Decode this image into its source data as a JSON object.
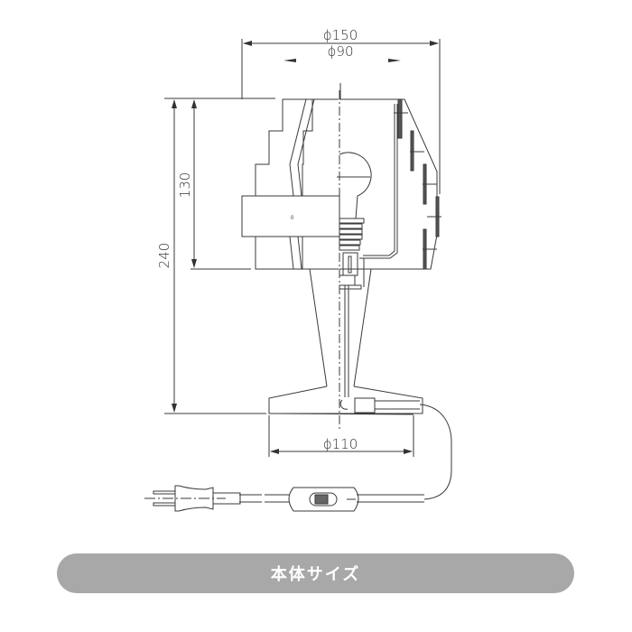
{
  "diagram": {
    "type": "technical-dimension-drawing",
    "subject": "table lamp",
    "unit": "mm",
    "dimensions": {
      "shade_outer_diameter": "ϕ150",
      "shade_inner_diameter": "ϕ90",
      "shade_height": "130",
      "total_height": "240",
      "base_diameter": "ϕ110"
    },
    "colors": {
      "line": "#3a3a3a",
      "caption_bg": "#a8a8a8",
      "caption_text": "#ffffff"
    }
  },
  "caption": {
    "label": "本体サイズ"
  }
}
